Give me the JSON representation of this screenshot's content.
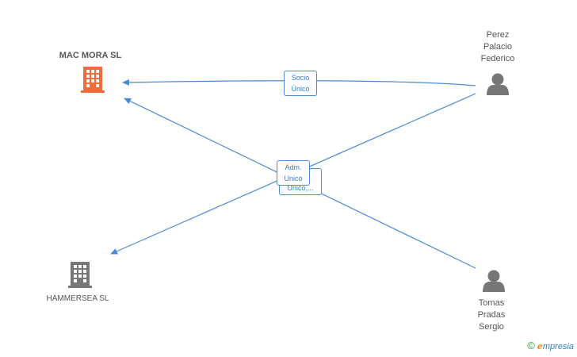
{
  "nodes": {
    "mac_mora": {
      "label": "MAC MORA SL",
      "icon": "building-icon",
      "color": "#f26b3a"
    },
    "hammersea": {
      "label": "HAMMERSEA SL",
      "icon": "building-icon",
      "color": "#777777"
    },
    "perez": {
      "label_lines": [
        "Perez",
        "Palacio",
        "Federico"
      ],
      "icon": "person-icon",
      "color": "#777777"
    },
    "tomas": {
      "label_lines": [
        "Tomas",
        "Pradas",
        "Sergio"
      ],
      "icon": "person-icon",
      "color": "#777777"
    }
  },
  "edges": {
    "socio_unico": {
      "line1": "Socio",
      "line2": "Único"
    },
    "adm_unico": {
      "line1": "Adm.",
      "line2": "Unico"
    },
    "adm_unico_back": {
      "text": "Unico,..."
    }
  },
  "colors": {
    "edge": "#4a8bd6",
    "accent": "#f26b3a"
  },
  "brand": {
    "copyright": "©",
    "e": "e",
    "rest": "mpresia"
  }
}
